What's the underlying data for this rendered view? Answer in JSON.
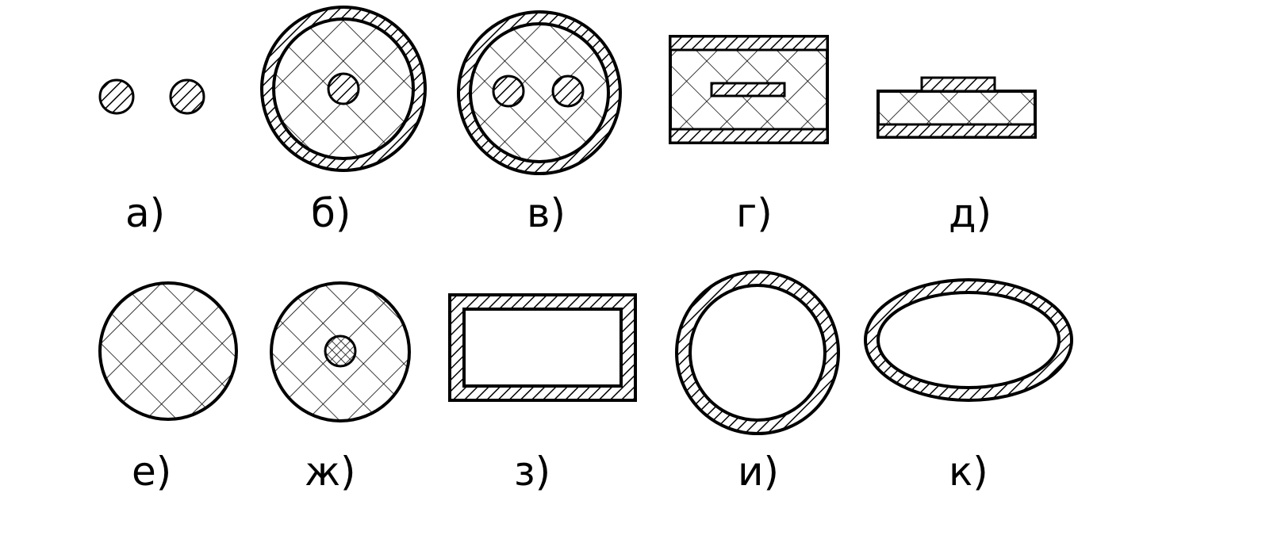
{
  "figure": {
    "labels": {
      "a": "а)",
      "b": "б)",
      "v": "в)",
      "g": "г)",
      "d": "д)",
      "e": "е)",
      "zh": "ж)",
      "z": "з)",
      "i": "и)",
      "k": "к)"
    }
  },
  "colors": {
    "ink": "#000000",
    "paper": "#ffffff"
  }
}
